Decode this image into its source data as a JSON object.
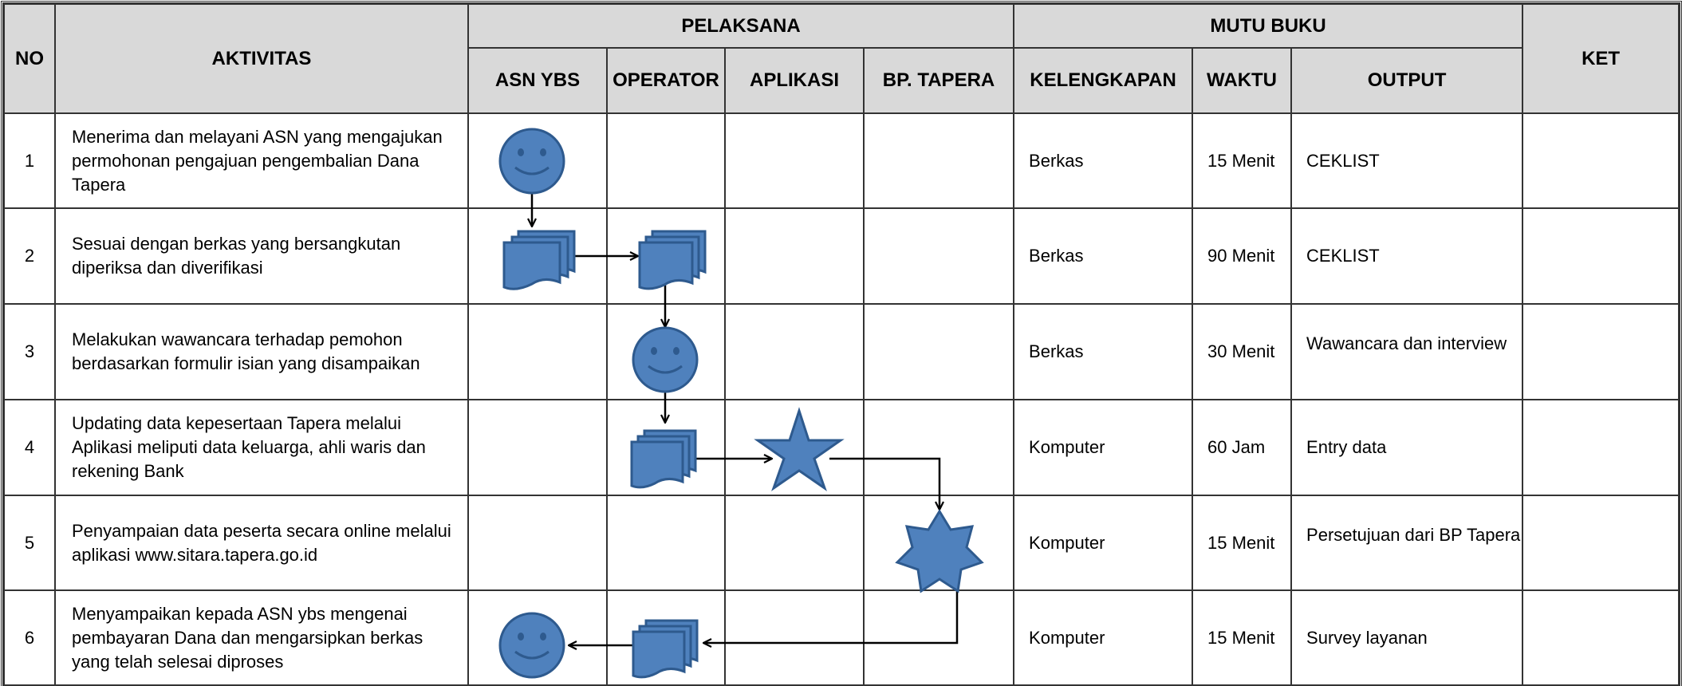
{
  "header": {
    "no": "NO",
    "aktivitas": "AKTIVITAS",
    "pelaksana": "PELAKSANA",
    "mutu_buku": "MUTU BUKU",
    "ket": "KET",
    "asn_ybs": "ASN YBS",
    "operator": "OPERATOR",
    "aplikasi": "APLIKASI",
    "bp_tapera": "BP. TAPERA",
    "kelengkapan": "KELENGKAPAN",
    "waktu": "WAKTU",
    "output": "OUTPUT"
  },
  "rows": [
    {
      "no": "1",
      "aktivitas": "Menerima dan melayani ASN yang mengajukan permohonan pengajuan pengembalian Dana Tapera",
      "kelengkapan": "Berkas",
      "waktu": "15 Menit",
      "output": "CEKLIST",
      "ket": ""
    },
    {
      "no": "2",
      "aktivitas": "Sesuai dengan berkas yang bersangkutan diperiksa dan diverifikasi",
      "kelengkapan": "Berkas",
      "waktu": "90 Menit",
      "output": "CEKLIST",
      "ket": ""
    },
    {
      "no": "3",
      "aktivitas": "Melakukan wawancara terhadap pemohon berdasarkan formulir isian yang disampaikan",
      "kelengkapan": "Berkas",
      "waktu": "30 Menit",
      "output": "Wawancara dan interview",
      "ket": ""
    },
    {
      "no": "4",
      "aktivitas": "Updating data kepesertaan Tapera melalui Aplikasi meliputi data keluarga, ahli waris dan rekening Bank",
      "kelengkapan": "Komputer",
      "waktu": "60 Jam",
      "output": "Entry data",
      "ket": ""
    },
    {
      "no": "5",
      "aktivitas": "Penyampaian data peserta secara online melalui aplikasi www.sitara.tapera.go.id",
      "kelengkapan": "Komputer",
      "waktu": "15 Menit",
      "output": "Persetujuan dari BP Tapera",
      "ket": ""
    },
    {
      "no": "6",
      "aktivitas": "Menyampaikan kepada ASN ybs mengenai pembayaran Dana dan mengarsipkan berkas yang telah selesai diproses",
      "kelengkapan": "Komputer",
      "waktu": "15 Menit",
      "output": "Survey layanan",
      "ket": ""
    }
  ],
  "flow_symbols": {
    "terminator": "smiley-face-icon",
    "document": "multi-document-icon",
    "process": "star-icon",
    "approval": "seven-point-star-icon"
  },
  "colors": {
    "shape_fill": "#4f81bd",
    "shape_stroke": "#2e5a8e",
    "header_bg": "#d9d9d9"
  }
}
